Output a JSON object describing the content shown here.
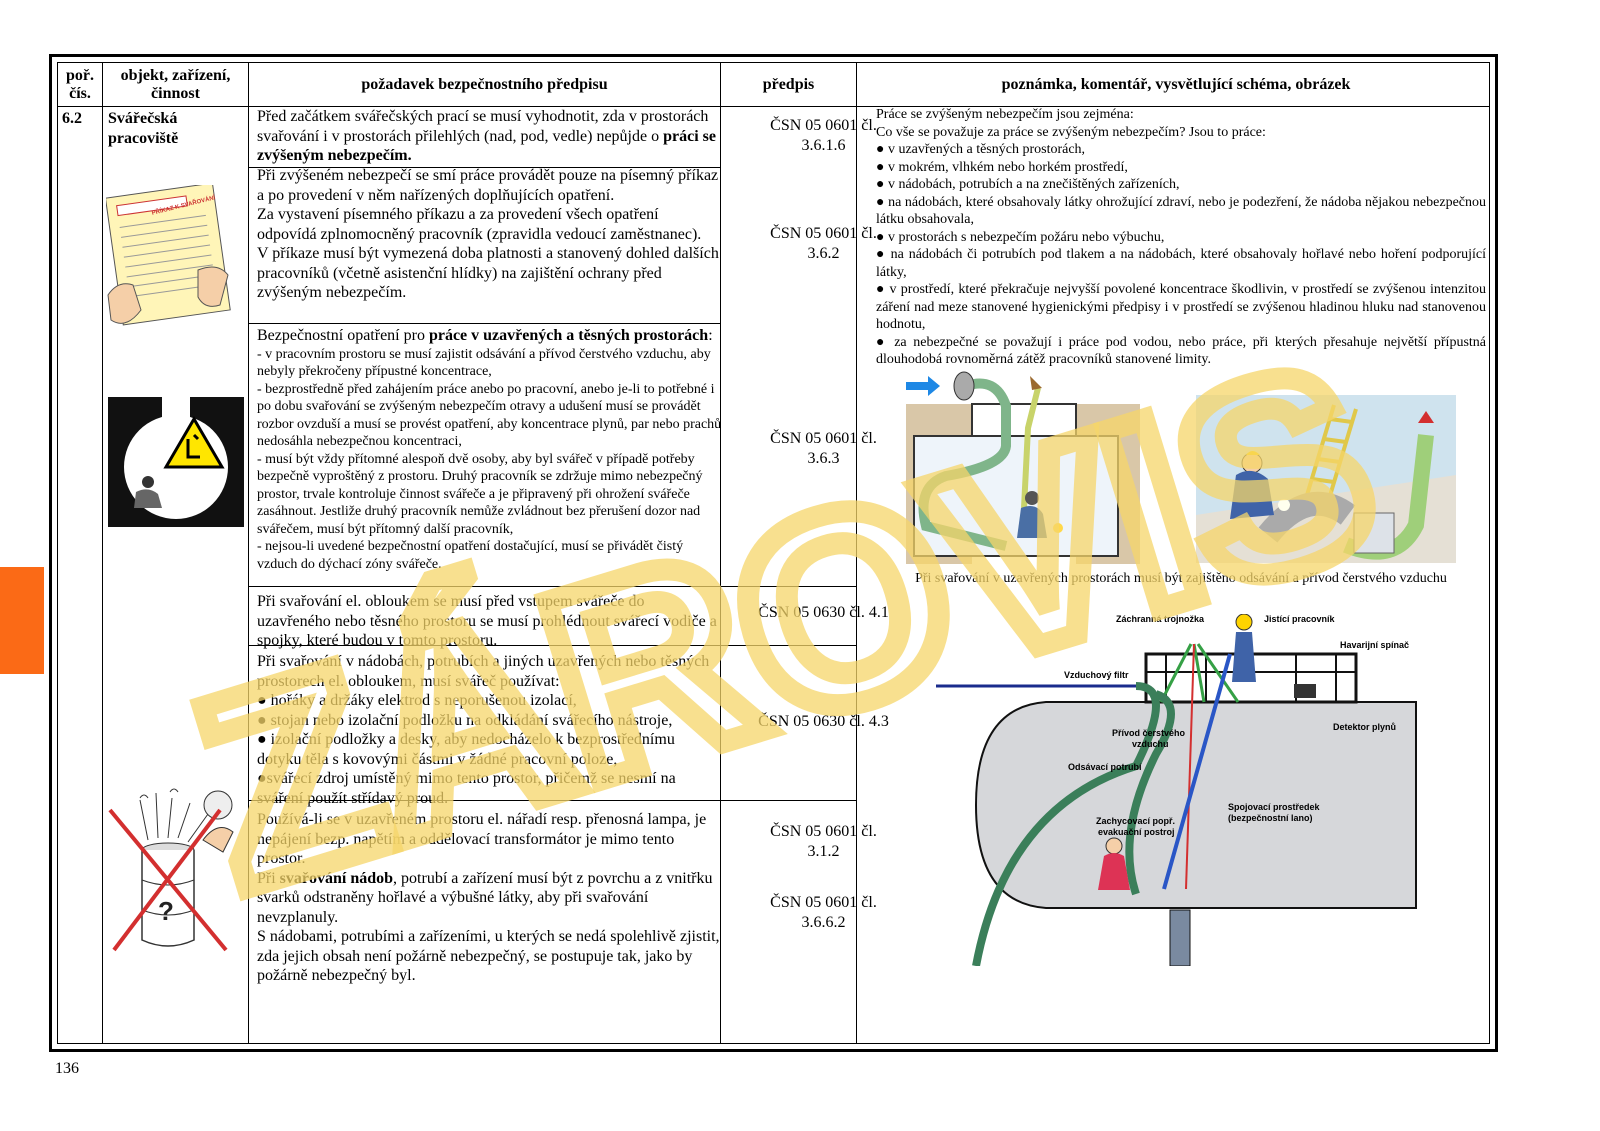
{
  "header": {
    "col1": "poř. čís.",
    "col2": "objekt, zařízení, činnost",
    "col3": "požadavek bezpečnostního předpisu",
    "col4": "předpis",
    "col5": "poznámka, komentář, vysvětlující schéma, obrázek"
  },
  "row": {
    "number": "6.2",
    "object": "Svářečská pracoviště"
  },
  "requirements": [
    {
      "pre": "Před začátkem svářečských prací se musí vyhodnotit, zda v prostorách svařování i v prostorách přilehlých (nad, pod, vedle) nepůjde o ",
      "bold": "práci se zvýšeným nebezpečím.",
      "ref": "ČSN 05 0601 čl. 3.6.1.6"
    },
    {
      "text1": "Při zvýšeném nebezpečí se smí práce provádět pouze na písemný příkaz a po provedení v něm nařízených doplňujících opatření.",
      "text2": "Za vystavení písemného příkazu a za provedení všech opatření odpovídá zplnomocněný pracovník (zpravidla vedoucí zaměstnanec).",
      "text3": "V příkaze musí být vymezená doba platnosti a stanovený dohled dalších pracovníků (včetně asistenční hlídky) na zajištění ochrany před zvýšeným nebezpečím.",
      "ref": "ČSN 05 0601 čl. 3.6.2"
    },
    {
      "pre": "Bezpečnostní opatření pro ",
      "bold": "práce v uzavřených a těsných prostorách",
      "post": ":",
      "items": [
        "- v pracovním prostoru se musí zajistit odsávání a přívod čerstvého vzduchu, aby nebyly překročeny přípustné koncentrace,",
        "- bezprostředně před zahájením práce anebo po pracovní, anebo je-li to potřebné i po dobu svařování se zvýšeným nebezpečím otravy a udušení musí se provádět rozbor ovzduší a musí se provést opatření, aby koncentrace plynů, par nebo prachů nedosáhla nebezpečnou koncentraci,",
        "- musí být vždy přítomné alespoň dvě osoby, aby byl svářeč v případě potřeby bezpečně vyproštěný z prostoru. Druhý pracovník se zdržuje mimo nebezpečný prostor, trvale kontroluje činnost svářeče a je připravený při ohrožení svářeče zasáhnout. Jestliže druhý pracovník nemůže zvládnout bez přerušení dozor nad svářečem, musí být přítomný další pracovník,",
        "- nejsou-li uvedené bezpečnostní opatření dostačující, musí se přivádět čistý vzduch do dýchací zóny svářeče."
      ],
      "ref": "ČSN 05 0601 čl. 3.6.3"
    },
    {
      "text": "Při svařování el. obloukem se musí před vstupem svářeče do uzavřeného nebo těsného prostoru se musí prohlédnout svářecí vodiče a spojky, které budou v tomto prostoru.",
      "ref": "ČSN 05 0630 čl. 4.1"
    },
    {
      "text": "Při svařování v nádobách, potrubích a jiných uzavřených nebo těsných prostorech el. obloukem, musí svářeč používat:",
      "items": [
        "● hořáky a držáky elektrod s neporušenou izolací,",
        "● stojan nebo izolační podložku na odkládání svářecího nástroje,",
        "● izolační podložky a desky, aby nedocházelo k bezprostřednímu dotyku těla s kovovými částmi v žádné pracovní poloze,",
        "●svářecí zdroj umístěný mimo tento prostor, přičemž se nesmí na sváření použít střídavý proud."
      ],
      "ref": "ČSN 05 0630 čl. 4.3"
    },
    {
      "text1": "Používá-li se v uzavřeném prostoru el. nářadí resp. přenosná lampa, je nepájení bezp. napětím a oddělovací transformátor je mimo tento prostor.",
      "pre2": "Při ",
      "bold2": "svařování nádob",
      "post2": ", potrubí a zařízení musí být z povrchu a z vnitřku svarků odstraněny hořlavé a výbušné látky, aby při svařování nevzplanuly.",
      "text3": "S nádobami, potrubími a zařízeními, u kterých se nedá spolehlivě zjistit, zda jejich obsah není požárně nebezpečný, se postupuje tak, jako by požárně nebezpečný byl.",
      "ref1": "ČSN 05 0601 čl. 3.1.2",
      "ref2": "ČSN 05 0601 čl. 3.6.6.2"
    }
  ],
  "notes": {
    "intro1": "Práce se zvýšeným nebezpečím jsou zejména:",
    "intro2": "Co vše se považuje za práce se zvýšeným nebezpečím? Jsou to práce:",
    "items": [
      "● v uzavřených a těsných prostorách,",
      "● v mokrém, vlhkém nebo horkém prostředí,",
      "● v nádobách, potrubích a na znečištěných zařízeních,",
      "● na nádobách, které obsahovaly látky ohrožující zdraví, nebo je podezření, že nádoba nějakou nebezpečnou látku obsahovala,",
      "● v prostorách s nebezpečím požáru nebo výbuchu,",
      "● na nádobách či potrubích pod tlakem a na nádobách, které obsahovaly hořlavé nebo hoření podporující látky,",
      "● v prostředí, které překračuje nejvyšší povolené koncentrace škodlivin, v prostředí se zvýšenou intenzitou záření nad meze stanovené hygienickými předpisy i v prostředí se zvýšenou hladinou hluku nad stanovenou hodnotu,",
      "● za nebezpečné se považují i práce pod vodou, nebo práce, při kterých přesahuje největší přípustná dlouhodobá rovnoměrná zátěž pracovníků stanovené limity."
    ],
    "caption": "Při svařování v uzavřených prostorách musí být zajištěno odsávání a přívod čerstvého vzduchu"
  },
  "diagram_labels": {
    "tripod": "Záchranná trojnožka",
    "guard": "Jistící pracovník",
    "switch": "Havarijní spínač",
    "filter": "Vzduchový filtr",
    "fresh_air1": "Přívod čerstvého",
    "fresh_air2": "vzduchu",
    "gas_detector": "Detektor plynů",
    "exhaust": "Odsávací potrubí",
    "rope1": "Spojovací prostředek",
    "rope2": "(bezpečnostní lano)",
    "harness1": "Zachycovací popř.",
    "harness2": "evakuační postroj"
  },
  "permit_sign": "PŘÍKAZ K SVAŘOVÁNÍ",
  "watermark": "ZÁROVIS",
  "page_number": "136",
  "colors": {
    "tab": "#fb6a16",
    "watermark": "#f5d66a",
    "warning": "#ffe600",
    "arrow_blue": "#1e88e5",
    "prohibition": "#d32f2f"
  }
}
